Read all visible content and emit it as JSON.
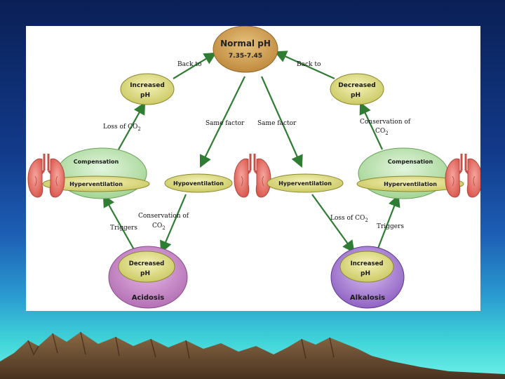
{
  "nodes": {
    "normal_ph": {
      "title": "Normal pH",
      "range": "7.35-7.45"
    },
    "increased_ph_top": {
      "line1": "Increased",
      "line2": "pH"
    },
    "decreased_ph_top": {
      "line1": "Decreased",
      "line2": "pH"
    },
    "compensation_left": {
      "top": "Compensation",
      "bottom": "Hyperventilation"
    },
    "compensation_right": {
      "top": "Compensation",
      "bottom": "Hyperventilation"
    },
    "hypo_center": "Hypoventilation",
    "hyper_center": "Hyperventilation",
    "acidosis": {
      "line1": "Decreased",
      "line2": "pH",
      "label": "Acidosis"
    },
    "alkalosis": {
      "line1": "Increased",
      "line2": "pH",
      "label": "Alkalosis"
    }
  },
  "annotations": {
    "back_to_left": "Back to",
    "back_to_right": "Back to",
    "loss_co2_top": "Loss of CO",
    "loss_co2_top_sub": "2",
    "same_factor_left": "Same factor",
    "same_factor_right": "Same factor",
    "conservation_top": "Conservation of",
    "conservation_top_co": "CO",
    "conservation_top_sub": "2",
    "triggers_left": "Triggers",
    "conservation_bottom": "Conservation of",
    "conservation_bottom_co": "CO",
    "conservation_bottom_sub": "2",
    "loss_co2_bottom": "Loss of CO",
    "loss_co2_bottom_sub": "2",
    "triggers_right": "Triggers"
  },
  "colors": {
    "arrow": "#2e7d32",
    "normal_fill": "#d4a256",
    "ph_oval_fill": "#e9e79a",
    "compensation_fill": "#c8e9c0",
    "acid_outer": "#c98fc9",
    "lung": "#e8736a"
  }
}
